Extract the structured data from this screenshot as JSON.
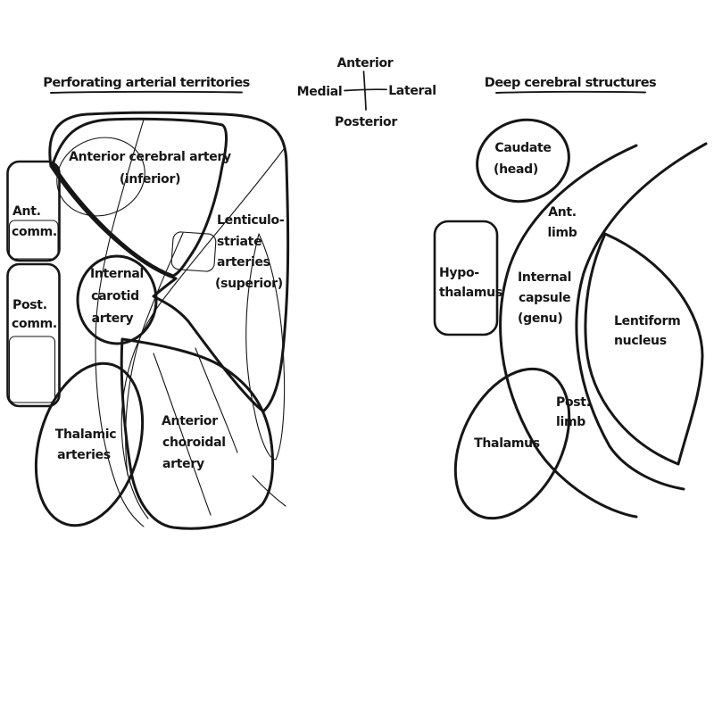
{
  "colors": {
    "ink": "#161616",
    "background": "#ffffff"
  },
  "left_panel": {
    "title": "Perforating arterial territories",
    "labels": {
      "anterior_cerebral": [
        "Anterior cerebral artery",
        "(inferior)"
      ],
      "lenticulostriate": [
        "Lenticulo-",
        "striate",
        "arteries",
        "(superior)"
      ],
      "anterior_communicating": [
        "Ant.",
        "comm."
      ],
      "posterior_communicating": [
        "Post.",
        "comm."
      ],
      "internal_carotid": [
        "Internal",
        "carotid",
        "artery"
      ],
      "thalamic": [
        "Thalamic",
        "arteries"
      ],
      "anterior_choroidal": [
        "Anterior",
        "choroidal",
        "artery"
      ]
    }
  },
  "compass": {
    "top": "Anterior",
    "left": "Medial",
    "right": "Lateral",
    "bottom": "Posterior"
  },
  "right_panel": {
    "title": "Deep cerebral structures",
    "labels": {
      "caudate": [
        "Caudate",
        "(head)"
      ],
      "anterior_limb": [
        "Ant.",
        "limb"
      ],
      "hypothalamus": [
        "Hypo-",
        "thalamus"
      ],
      "internal_capsule": [
        "Internal",
        "capsule",
        "(genu)"
      ],
      "lentiform": [
        "Lentiform",
        "nucleus"
      ],
      "posterior_limb": [
        "Post.",
        "limb"
      ],
      "thalamus": [
        "Thalamus"
      ]
    }
  }
}
